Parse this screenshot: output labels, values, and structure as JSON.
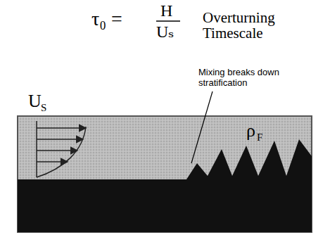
{
  "diagram": {
    "labels": [
      "τ₀ =",
      "H",
      "Uₛ",
      "Overturning Timescale",
      "Mixing breaks down stratification",
      "U",
      "S",
      "ρ",
      "F"
    ]
  }
}
